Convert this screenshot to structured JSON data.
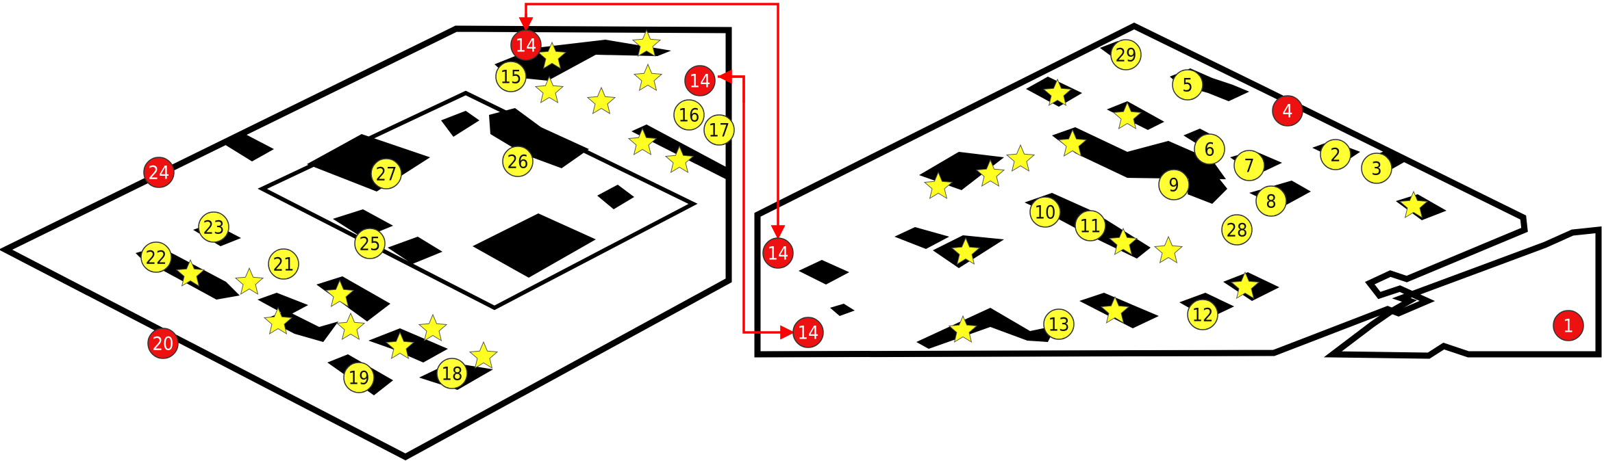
{
  "colors": {
    "poi_fill": "#ffff33",
    "poi_text": "#111111",
    "exit_fill": "#ee1111",
    "exit_text": "#ffffff",
    "star_fill": "#ffff22",
    "route": "#ff0000",
    "outline": "#000000"
  },
  "icons": {
    "objective": "star-icon",
    "poi": "numbered-circle",
    "exit": "red-numbered-circle"
  },
  "poi_markers": [
    {
      "id": "2",
      "label": "2"
    },
    {
      "id": "3",
      "label": "3"
    },
    {
      "id": "5",
      "label": "5"
    },
    {
      "id": "6",
      "label": "6"
    },
    {
      "id": "7",
      "label": "7"
    },
    {
      "id": "8",
      "label": "8"
    },
    {
      "id": "9",
      "label": "9"
    },
    {
      "id": "10",
      "label": "10"
    },
    {
      "id": "11",
      "label": "11"
    },
    {
      "id": "12",
      "label": "12"
    },
    {
      "id": "13",
      "label": "13"
    },
    {
      "id": "15",
      "label": "15"
    },
    {
      "id": "16",
      "label": "16"
    },
    {
      "id": "17",
      "label": "17"
    },
    {
      "id": "18",
      "label": "18"
    },
    {
      "id": "19",
      "label": "19"
    },
    {
      "id": "21",
      "label": "21"
    },
    {
      "id": "22",
      "label": "22"
    },
    {
      "id": "23",
      "label": "23"
    },
    {
      "id": "25",
      "label": "25"
    },
    {
      "id": "26",
      "label": "26"
    },
    {
      "id": "27",
      "label": "27"
    },
    {
      "id": "28",
      "label": "28"
    },
    {
      "id": "29",
      "label": "29"
    }
  ],
  "exit_markers": [
    {
      "id": "1",
      "label": "1"
    },
    {
      "id": "4",
      "label": "4"
    },
    {
      "id": "14a",
      "label": "14"
    },
    {
      "id": "14b",
      "label": "14"
    },
    {
      "id": "14c",
      "label": "14"
    },
    {
      "id": "14d",
      "label": "14"
    },
    {
      "id": "20",
      "label": "20"
    },
    {
      "id": "24",
      "label": "24"
    }
  ],
  "routes": [
    {
      "from": "14a",
      "to": "14c"
    },
    {
      "from": "14b",
      "to": "14d"
    }
  ]
}
